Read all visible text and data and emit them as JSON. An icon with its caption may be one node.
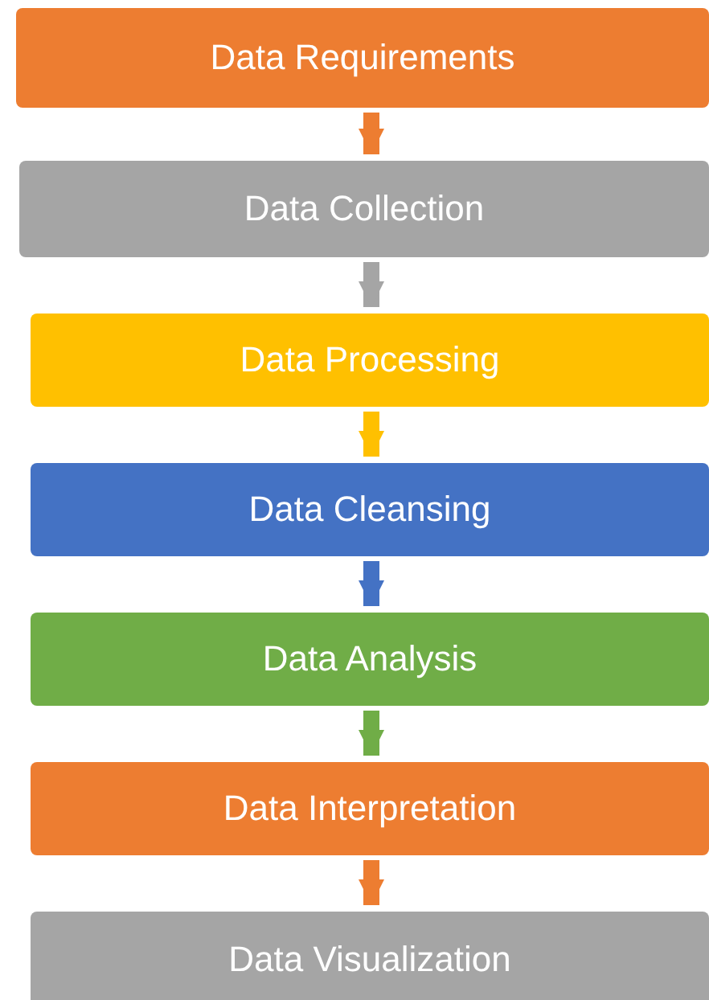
{
  "diagram": {
    "nodes": [
      {
        "text": [
          "Data Requirements"
        ]
      },
      {
        "text": [
          "Data Collection"
        ]
      },
      {
        "text": [
          "Data Processing"
        ]
      },
      {
        "text": [
          "Data Cleansing"
        ]
      },
      {
        "text": [
          "Data Analysis"
        ]
      },
      {
        "text": [
          "Data Interpretation"
        ]
      },
      {
        "text": [
          "Data Visualization"
        ]
      }
    ],
    "edges": [
      {
        "from": 0,
        "to": 1,
        "arrow": "to",
        "color": "#ed7d31"
      },
      {
        "from": 1,
        "to": 2,
        "arrow": "to",
        "color": "#a5a5a5"
      },
      {
        "from": 2,
        "to": 3,
        "arrow": "to",
        "color": "#ffc000"
      },
      {
        "from": 3,
        "to": 4,
        "arrow": "to",
        "color": "#4472c4"
      },
      {
        "from": 4,
        "to": 5,
        "arrow": "to",
        "color": "#70ad47"
      },
      {
        "from": 5,
        "to": 6,
        "arrow": "to",
        "color": "#ed7d31"
      }
    ]
  }
}
